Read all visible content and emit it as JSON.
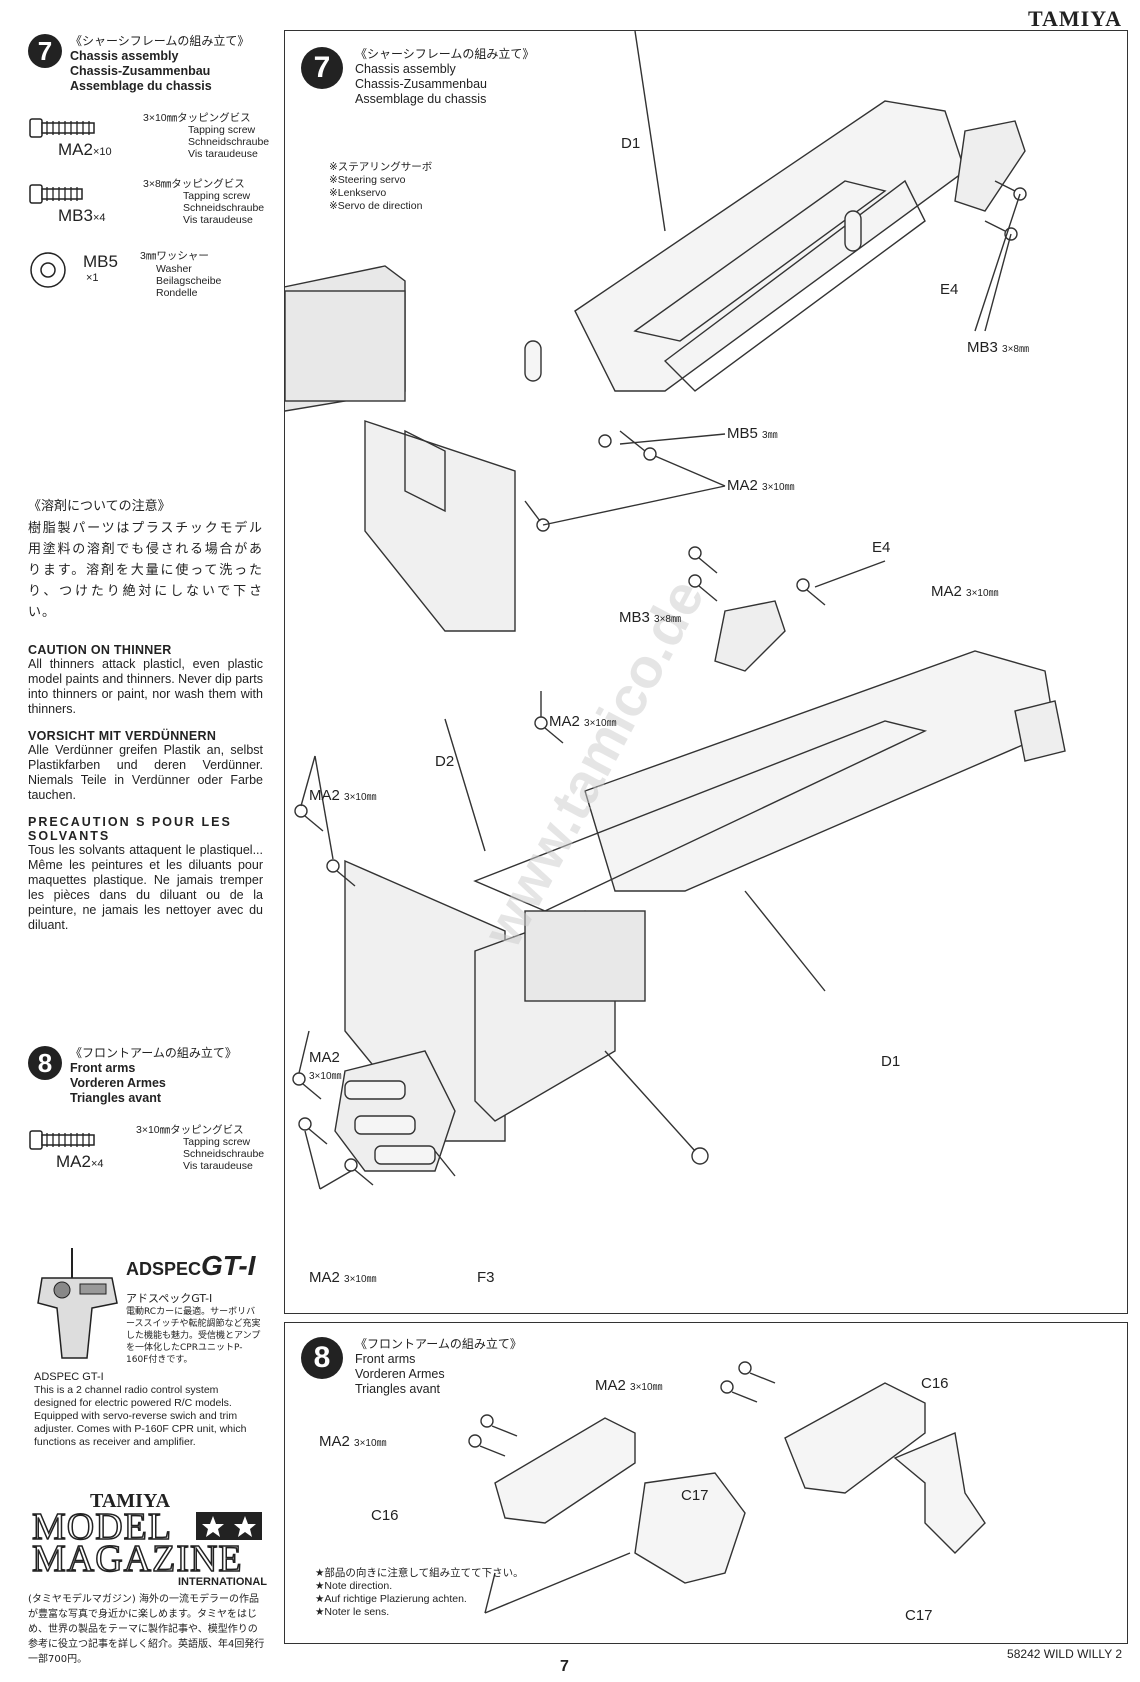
{
  "brand": "TAMIYA",
  "page_number": "7",
  "footer_code": "58242 WILD WILLY 2",
  "watermark": "www.tamico.de",
  "sidebar": {
    "step7": {
      "number": "7",
      "title_jp": "《シャーシフレームの組み立て》",
      "title_en": "Chassis assembly",
      "title_de": "Chassis-Zusammenbau",
      "title_fr": "Assemblage du chassis",
      "parts": [
        {
          "code": "MA2",
          "qty": "×10",
          "spec_jp": "3×10㎜タッピングビス",
          "en": "Tapping screw",
          "de": "Schneidschraube",
          "fr": "Vis taraudeuse"
        },
        {
          "code": "MB3",
          "qty": "×4",
          "spec_jp": "3×8㎜タッピングビス",
          "en": "Tapping screw",
          "de": "Schneidschraube",
          "fr": "Vis taraudeuse"
        },
        {
          "code": "MB5",
          "qty": "×1",
          "spec_jp": "3㎜ワッシャー",
          "en": "Washer",
          "de": "Beilagscheibe",
          "fr": "Rondelle"
        }
      ]
    },
    "thinner": {
      "jp_title": "《溶剤についての注意》",
      "jp_body": "樹脂製パーツはプラスチックモデル用塗料の溶剤でも侵される場合があります。溶剤を大量に使って洗ったり、つけたり絶対にしないで下さい。",
      "en_title": "CAUTION ON THINNER",
      "en_body": "All thinners attack plasticl, even plastic model paints and thinners. Never dip parts into thinners or paint, nor wash them with thinners.",
      "de_title": "VORSICHT MIT VERDÜNNERN",
      "de_body": "Alle Verdünner greifen Plastik an, selbst Plastikfarben und deren Verdünner. Niemals Teile in Verdünner oder Farbe tauchen.",
      "fr_title": "PRECAUTION S POUR LES SOLVANTS",
      "fr_body": "Tous les solvants attaquent le plastiquel... Même les peintures et les diluants pour maquettes plastique. Ne jamais tremper les pièces dans du diluant ou de la peinture, ne jamais les nettoyer avec du diluant."
    },
    "step8": {
      "number": "8",
      "title_jp": "《フロントアームの組み立て》",
      "title_en": "Front arms",
      "title_de": "Vorderen Armes",
      "title_fr": "Triangles avant",
      "parts": [
        {
          "code": "MA2",
          "qty": "×4",
          "spec_jp": "3×10㎜タッピングビス",
          "en": "Tapping screw",
          "de": "Schneidschraube",
          "fr": "Vis taraudeuse"
        }
      ]
    },
    "adspec": {
      "logo_a": "ADSPEC",
      "logo_b": "GT-I",
      "name_jp": "アドスペックGT-I",
      "desc_jp": "電動RCカーに最適。サーボリバーススイッチや転舵調節など充実した機能も魅力。受信機とアンプを一体化したCPRユニットP-160F付きです。",
      "title": "ADSPEC GT-I",
      "desc": "This is a 2 channel radio control system designed for electric powered R/C models. Equipped with servo-reverse swich and trim adjuster. Comes with P-160F CPR unit, which functions as receiver and amplifier."
    },
    "magazine": {
      "brand": "TAMIYA",
      "line1": "MODEL",
      "line2": "MAGAZINE",
      "line3": "INTERNATIONAL",
      "desc_jp": "(タミヤモデルマガジン) 海外の一流モデラーの作品が豊富な写真で身近かに楽しめます。タミヤをはじめ、世界の製品をテーマに製作記事や、模型作りの参考に役立つ記事を詳しく紹介。英語版、年4回発行 一部700円。"
    }
  },
  "step7_panel": {
    "number": "7",
    "title_jp": "《シャーシフレームの組み立て》",
    "title_en": "Chassis assembly",
    "title_de": "Chassis-Zusammenbau",
    "title_fr": "Assemblage du chassis",
    "servo_note": [
      "※ステアリングサーボ",
      "※Steering servo",
      "※Lenkservo",
      "※Servo de direction"
    ],
    "labels": {
      "d1_top": "D1",
      "e4_top": "E4",
      "mb3_top": "MB3",
      "mb3_top_size": "3×8㎜",
      "mb5": "MB5",
      "mb5_size": "3㎜",
      "ma2_top": "MA2",
      "ma2_top_size": "3×10㎜",
      "e4_mid": "E4",
      "mb3_mid": "MB3",
      "mb3_mid_size": "3×8㎜",
      "ma2_mid_r": "MA2",
      "ma2_mid_r_size": "3×10㎜",
      "ma2_mid_c": "MA2",
      "ma2_mid_c_size": "3×10㎜",
      "d2": "D2",
      "ma2_left": "MA2",
      "ma2_left_size": "3×10㎜",
      "d1_bottom": "D1",
      "ma2_lower": "MA2",
      "ma2_lower_size": "3×10㎜",
      "ma2_bottom": "MA2",
      "ma2_bottom_size": "3×10㎜",
      "f3": "F3"
    }
  },
  "step8_panel": {
    "number": "8",
    "title_jp": "《フロントアームの組み立て》",
    "title_en": "Front arms",
    "title_de": "Vorderen Armes",
    "title_fr": "Triangles avant",
    "labels": {
      "ma2_r": "MA2",
      "ma2_r_size": "3×10㎜",
      "ma2_l": "MA2",
      "ma2_l_size": "3×10㎜",
      "c16_r": "C16",
      "c16_l": "C16",
      "c17_t": "C17",
      "c17_b": "C17"
    },
    "note": [
      "★部品の向きに注意して組み立てて下さい。",
      "★Note direction.",
      "★Auf richtige Plazierung achten.",
      "★Noter le sens."
    ]
  }
}
